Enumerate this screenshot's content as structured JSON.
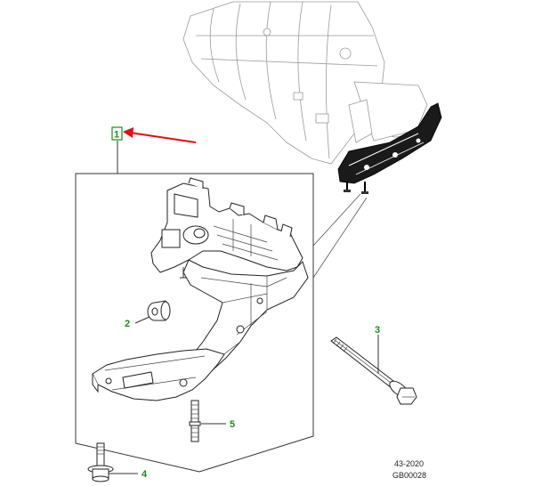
{
  "diagram": {
    "callouts": [
      {
        "id": "1",
        "label": "1",
        "highlighted": true
      },
      {
        "id": "2",
        "label": "2"
      },
      {
        "id": "3",
        "label": "3"
      },
      {
        "id": "4",
        "label": "4"
      },
      {
        "id": "5",
        "label": "5"
      }
    ],
    "reference": {
      "section": "43-2020",
      "figure_id": "GB00028"
    },
    "colors": {
      "callout_text": "#1f8a1f",
      "highlight_box": "#1f8a1f",
      "pointer_arrow": "#e01010",
      "line_art": "#222222"
    }
  }
}
